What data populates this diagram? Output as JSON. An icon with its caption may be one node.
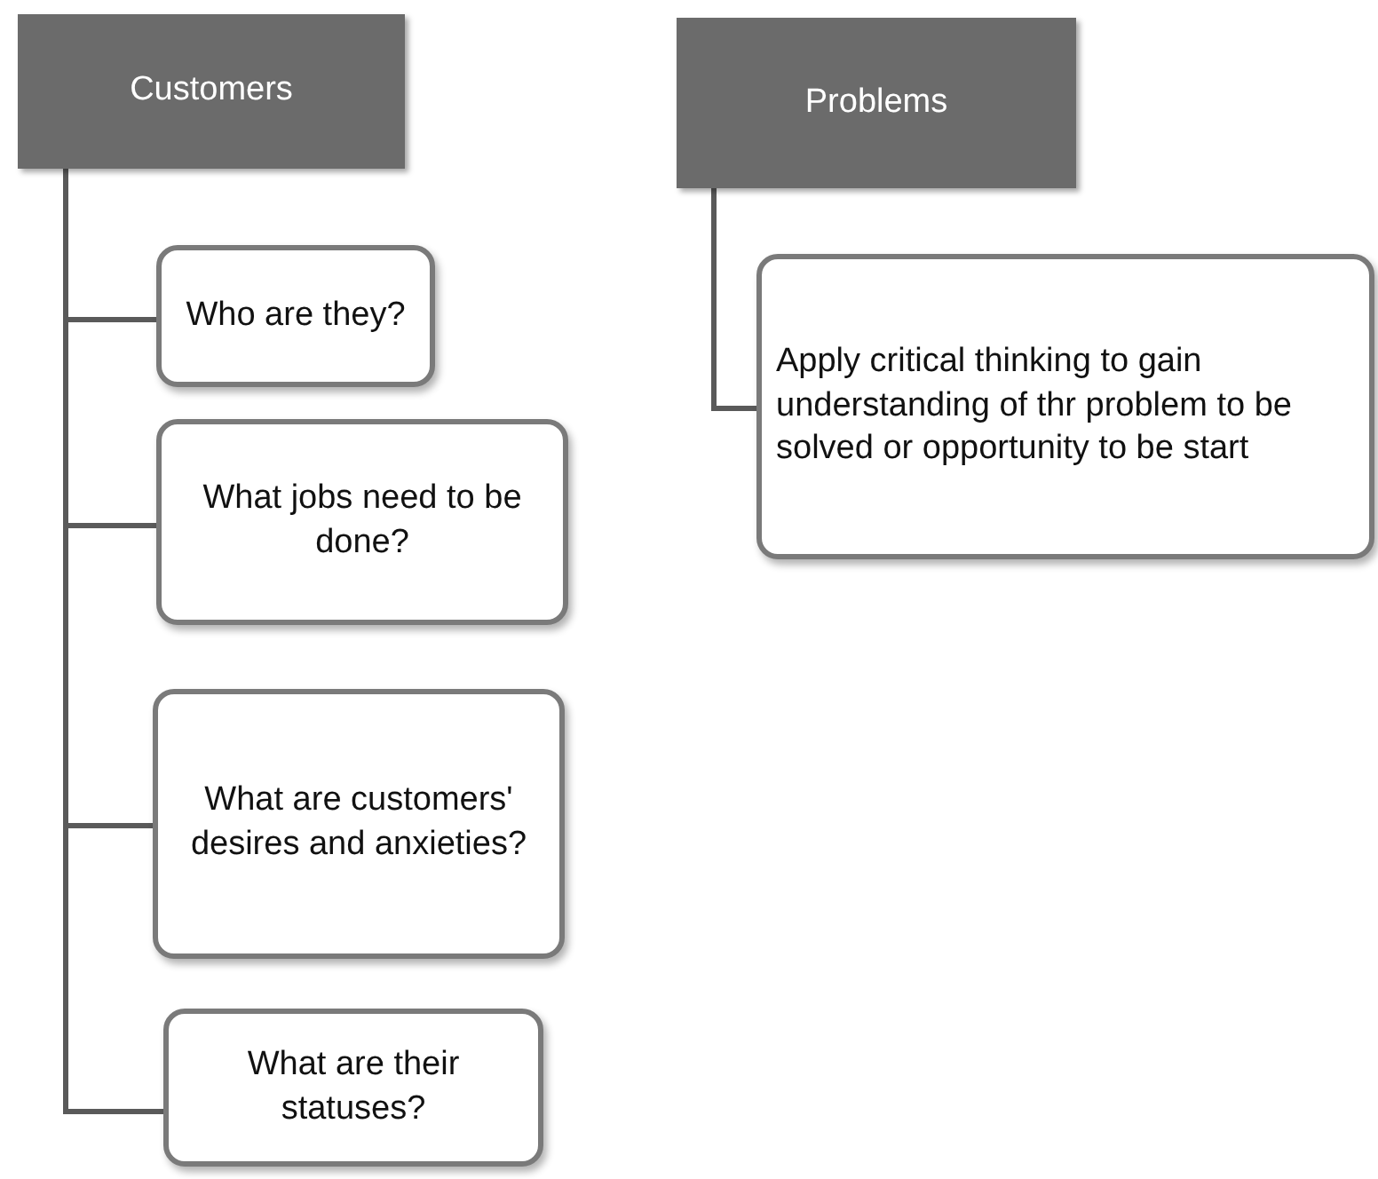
{
  "diagram": {
    "nodes": [
      {
        "text": [
          "Customers"
        ]
      },
      {
        "text": [
          "Who are they?"
        ]
      },
      {
        "text": [
          "What jobs need to be done?"
        ]
      },
      {
        "text": [
          "What are customers' desires and anxieties?"
        ]
      },
      {
        "text": [
          "What are their statuses?"
        ]
      },
      {
        "text": [
          "Problems"
        ]
      },
      {
        "text": [
          "Apply critical thinking to gain understanding of thr problem to be solved or opportunity to be start"
        ]
      }
    ],
    "edges": [
      {
        "from": 0,
        "to": 1,
        "arrow": "none"
      },
      {
        "from": 0,
        "to": 2,
        "arrow": "none"
      },
      {
        "from": 0,
        "to": 3,
        "arrow": "none"
      },
      {
        "from": 0,
        "to": 4,
        "arrow": "none"
      },
      {
        "from": 5,
        "to": 6,
        "arrow": "none"
      }
    ]
  }
}
